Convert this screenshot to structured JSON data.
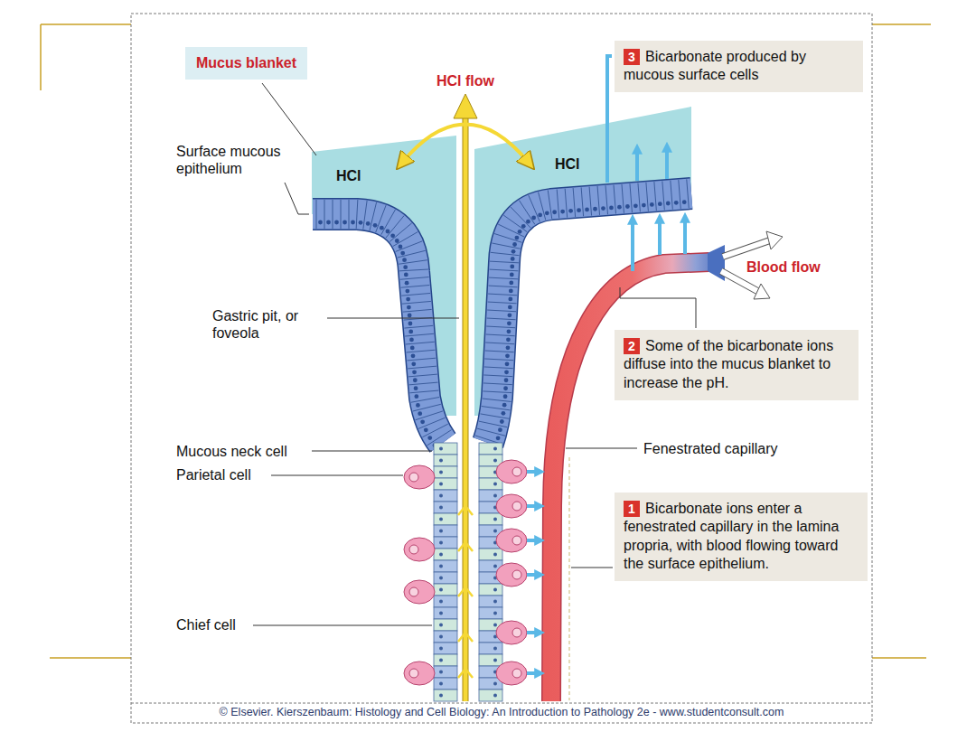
{
  "diagram": {
    "nodes": [
      {
        "text": [
          "Mucus blanket"
        ]
      },
      {
        "text": [
          "3",
          "Bicarbonate produced by mucous surface cells"
        ]
      },
      {
        "text": [
          "2",
          "Some of the bicarbonate ions diffuse into the mucus blanket to increase the pH."
        ]
      },
      {
        "text": [
          "1",
          "Bicarbonate ions enter a fenestrated capillary in the lamina propria, with blood flowing toward the surface epithelium."
        ]
      }
    ],
    "labels": [
      "HCl flow",
      "Surface mucous epithelium",
      "HCl",
      "HCl",
      "Blood flow",
      "Gastric pit, or foveola",
      "Fenestrated capillary",
      "Mucous neck cell",
      "Parietal cell",
      "Chief cell",
      "© Elsevier. Kierszenbaum: Histology and Cell Biology: An Introduction to Pathology 2e - www.studentconsult.com"
    ]
  }
}
